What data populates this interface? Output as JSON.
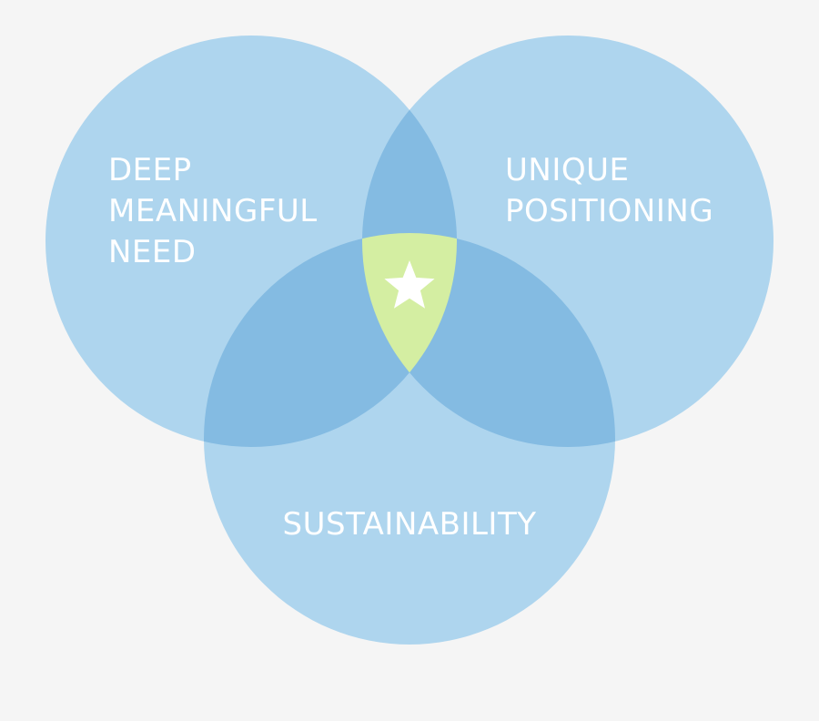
{
  "diagram": {
    "type": "venn",
    "colors": {
      "background": "#f5f5f5",
      "circle": "#aed5ee",
      "pair_overlap": "#84bbe2",
      "center": "#d4eea2",
      "text": "#ffffff",
      "star": "#ffffff"
    },
    "circles": [
      {
        "label_lines": [
          "DEEP",
          "MEANINGFUL",
          "NEED"
        ]
      },
      {
        "label_lines": [
          "UNIQUE",
          "POSITIONING"
        ]
      },
      {
        "label_lines": [
          "SUSTAINABILITY"
        ]
      }
    ],
    "center_icon": "star-icon"
  }
}
